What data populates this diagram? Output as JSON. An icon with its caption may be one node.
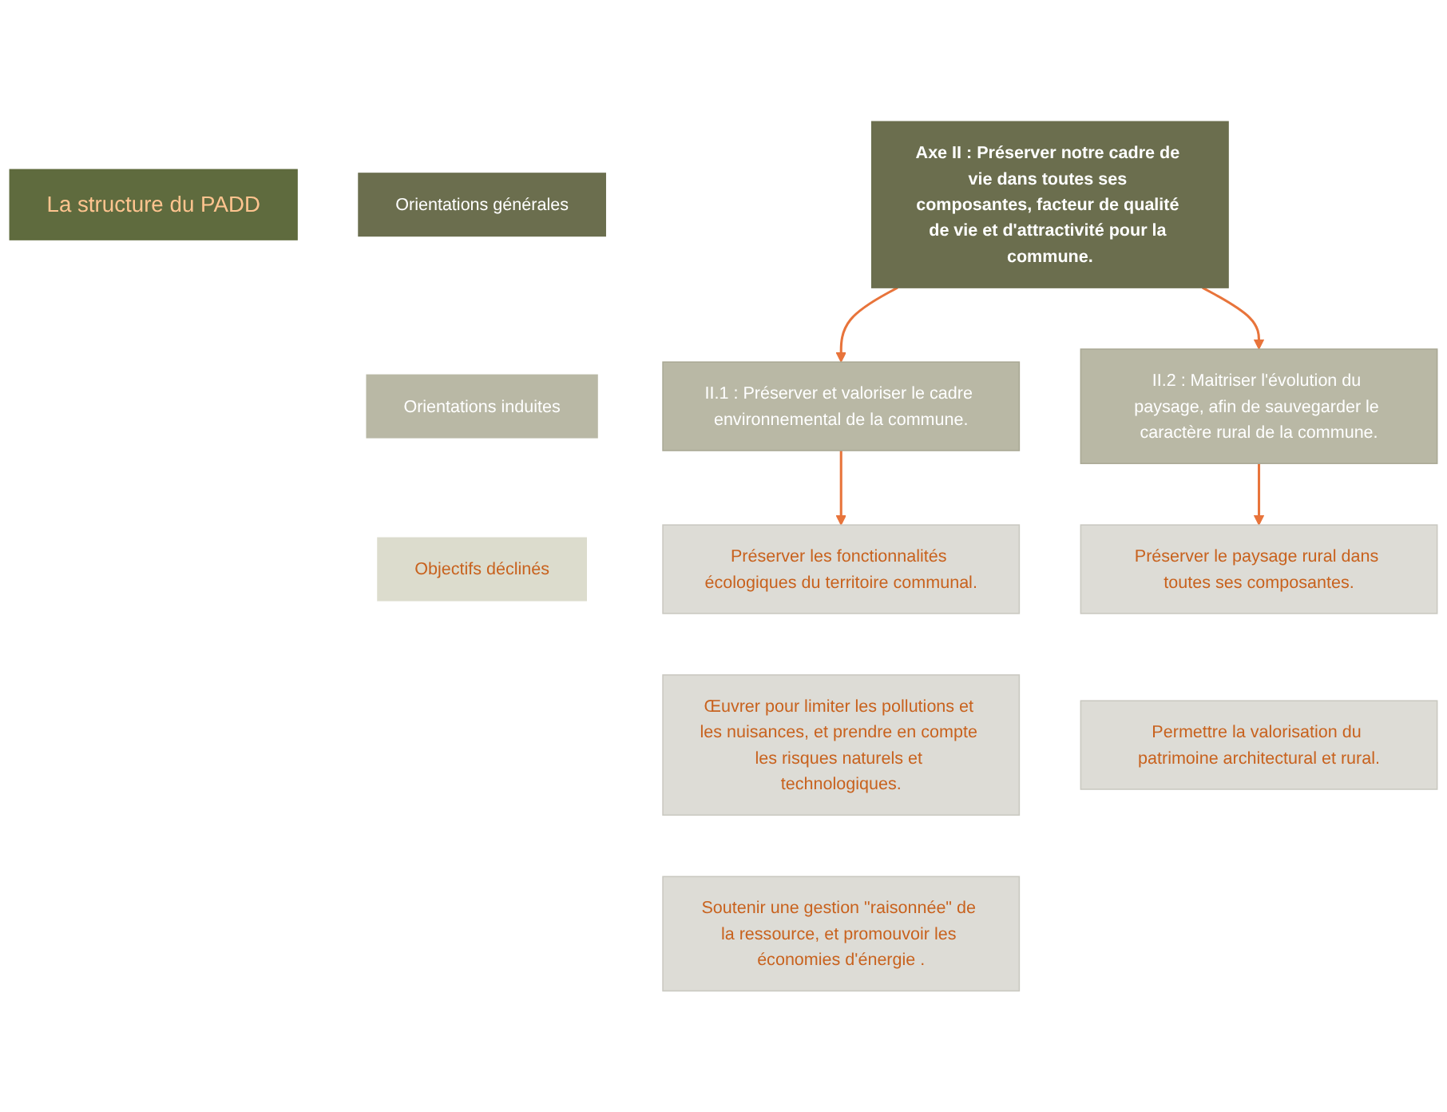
{
  "diagram": {
    "nodes": [
      {
        "text": [
          "La structure du PADD"
        ]
      },
      {
        "text": [
          "Orientations générales"
        ]
      },
      {
        "text": [
          "Axe II : Préserver notre cadre de vie dans toutes ses composantes, facteur de qualité de vie et d'attractivité pour la commune."
        ]
      },
      {
        "text": [
          "Orientations induites"
        ]
      },
      {
        "text": [
          "II.1 : Préserver et valoriser le cadre environnemental de la commune."
        ]
      },
      {
        "text": [
          "II.2 : Maitriser l'évolution du paysage, afin de sauvegarder le caractère rural de la commune."
        ]
      },
      {
        "text": [
          "Objectifs déclinés"
        ]
      },
      {
        "text": [
          "Préserver les fonctionnalités écologiques du territoire communal."
        ]
      },
      {
        "text": [
          "Œuvrer pour limiter les pollutions et les nuisances, et prendre en compte les risques naturels et technologiques."
        ]
      },
      {
        "text": [
          "Soutenir une gestion \"raisonnée\" de la ressource, et promouvoir les économies d'énergie ."
        ]
      },
      {
        "text": [
          "Préserver le paysage rural dans toutes ses composantes."
        ]
      },
      {
        "text": [
          "Permettre la valorisation du patrimoine architectural et rural."
        ]
      }
    ],
    "edges": [
      {
        "from": 2,
        "to": 4,
        "arrow": "to"
      },
      {
        "from": 2,
        "to": 5,
        "arrow": "to"
      },
      {
        "from": 4,
        "to": 7,
        "arrow": "to"
      },
      {
        "from": 5,
        "to": 10,
        "arrow": "to"
      }
    ]
  }
}
